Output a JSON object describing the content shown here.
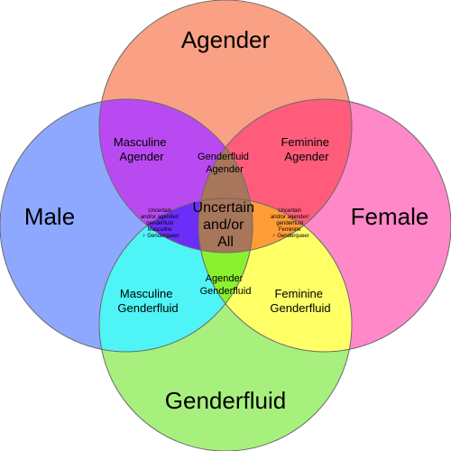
{
  "colors": {
    "agender": "#FAA085",
    "male": "#8FA8FF",
    "female": "#FF88C8",
    "genderfluid": "#A8F07E",
    "masculine_agender": "#B94AF2",
    "feminine_agender": "#FF5C7C",
    "genderfluid_agender": "#EE2BF0",
    "uncertain_masculine": "#6A2EF8",
    "uncertain_feminine": "#FF9C36",
    "masculine_genderfluid": "#4EF4F6",
    "feminine_genderfluid": "#FFFF66",
    "agender_genderfluid": "#8AF030",
    "uncertain_all": "#A8765A"
  },
  "labels": {
    "agender": "Agender",
    "male": "Male",
    "female": "Female",
    "genderfluid": "Genderfluid",
    "masculine_agender": [
      "Masculine",
      "Agender"
    ],
    "feminine_agender": [
      "Feminine",
      "Agender"
    ],
    "genderfluid_agender": [
      "Genderfluid",
      "Agender"
    ],
    "uncertain_all": [
      "Uncertain",
      "and/or",
      "All"
    ],
    "uncertain_masculine": [
      "Uncertain",
      "and/or agender/",
      "genderfluid",
      "Masculine",
      "♀ Genderqueer"
    ],
    "uncertain_feminine": [
      "Uncertain",
      "and/or agender/",
      "genderfluid",
      "Feminine",
      "♂ Genderqueer"
    ],
    "agender_genderfluid": [
      "Agender",
      "Genderfluid"
    ],
    "masculine_genderfluid": [
      "Masculine",
      "Genderfluid"
    ],
    "feminine_genderfluid": [
      "Feminine",
      "Genderfluid"
    ]
  }
}
